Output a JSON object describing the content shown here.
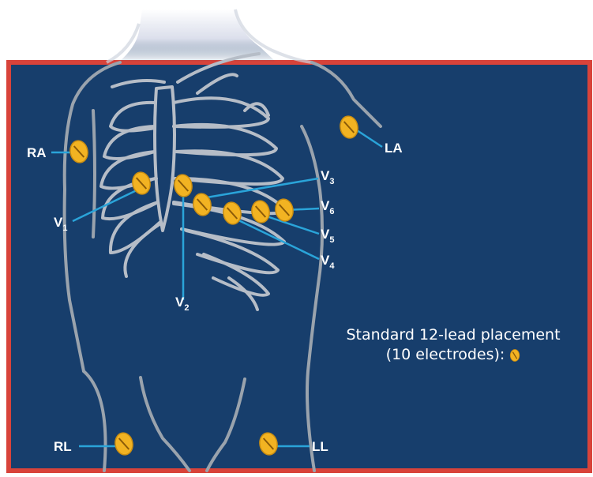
{
  "colors": {
    "background": "#173e6c",
    "border": "#d8433a",
    "outline": "#9aa3ad",
    "electrode_fill": "#f2b322",
    "electrode_stroke": "#c98d12",
    "leader_line": "#2aa4d9",
    "text": "#ffffff"
  },
  "electrodes": [
    {
      "id": "RA",
      "label": "RA",
      "sub": ""
    },
    {
      "id": "LA",
      "label": "LA",
      "sub": ""
    },
    {
      "id": "V1",
      "label": "V",
      "sub": "1"
    },
    {
      "id": "V2",
      "label": "V",
      "sub": "2"
    },
    {
      "id": "V3",
      "label": "V",
      "sub": "3"
    },
    {
      "id": "V4",
      "label": "V",
      "sub": "4"
    },
    {
      "id": "V5",
      "label": "V",
      "sub": "5"
    },
    {
      "id": "V6",
      "label": "V",
      "sub": "6"
    },
    {
      "id": "RL",
      "label": "RL",
      "sub": ""
    },
    {
      "id": "LL",
      "label": "LL",
      "sub": ""
    }
  ],
  "legend": {
    "line1": "Standard 12-lead placement",
    "line2": "(10 electrodes):",
    "symbol": "electrode-icon"
  }
}
